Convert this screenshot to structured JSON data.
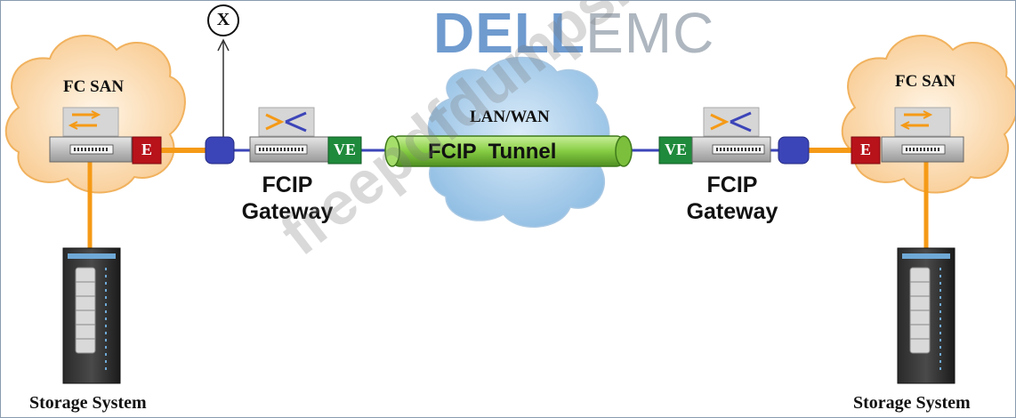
{
  "logo": {
    "dell": "DELL",
    "emc": "EMC"
  },
  "watermark": "freepdfdumps.com",
  "left_site": {
    "san_label": "FC SAN",
    "storage_label": "Storage System",
    "port_label": "E"
  },
  "right_site": {
    "san_label": "FC SAN",
    "storage_label": "Storage System",
    "port_label": "E"
  },
  "left_gateway": {
    "line1": "FCIP",
    "line2": "Gateway",
    "port_label": "VE"
  },
  "right_gateway": {
    "line1": "FCIP",
    "line2": "Gateway",
    "port_label": "VE"
  },
  "network": {
    "label": "LAN/WAN",
    "tunnel_label": "FCIP  Tunnel"
  },
  "tap": {
    "label": "X"
  },
  "colors": {
    "cloud_fill": "#fde3c2",
    "network_cloud": "#a9cdea",
    "tunnel_green": "#8dd04a",
    "port_blue": "#3c45b8",
    "port_red": "#b8121b",
    "port_green": "#1f8a3c",
    "link_orange": "#f59a16"
  }
}
